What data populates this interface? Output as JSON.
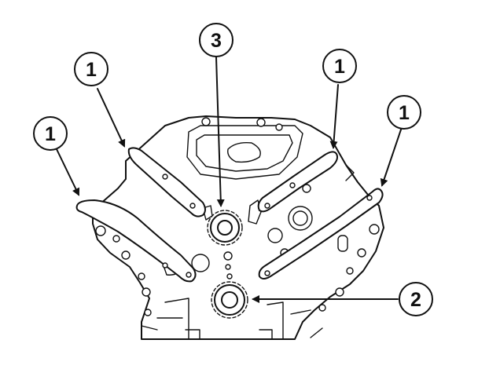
{
  "callouts": [
    {
      "id": "guide-left-outer",
      "number": "1"
    },
    {
      "id": "guide-left-inner",
      "number": "1"
    },
    {
      "id": "sprocket-camshaft",
      "number": "3"
    },
    {
      "id": "guide-right-inner",
      "number": "1"
    },
    {
      "id": "guide-right-outer",
      "number": "1"
    },
    {
      "id": "sprocket-crankshaft",
      "number": "2"
    }
  ]
}
